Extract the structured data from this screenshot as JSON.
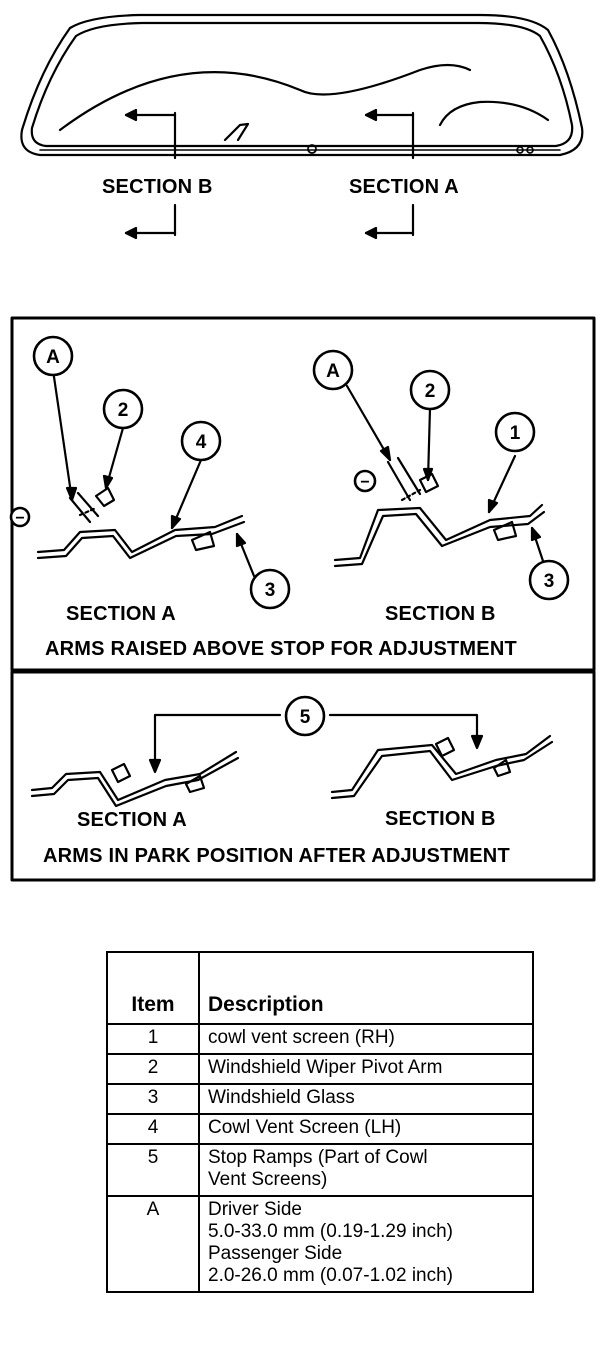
{
  "top_view": {
    "section_b": "SECTION B",
    "section_a": "SECTION A"
  },
  "panel_raised": {
    "section_a": "SECTION A",
    "section_b": "SECTION B",
    "caption": "ARMS RAISED ABOVE STOP FOR ADJUSTMENT",
    "callouts": {
      "a1": "A",
      "a2": "2",
      "a3": "4",
      "a4": "3",
      "b1": "A",
      "b2": "2",
      "b3": "1",
      "b4": "3"
    },
    "minus": "−"
  },
  "panel_park": {
    "section_a": "SECTION A",
    "section_b": "SECTION B",
    "caption": "ARMS IN PARK POSITION AFTER ADJUSTMENT",
    "callout": "5"
  },
  "legend": {
    "headers": {
      "item": "Item",
      "description": "Description"
    },
    "rows": [
      {
        "item": "1",
        "description": "cowl vent screen (RH)"
      },
      {
        "item": "2",
        "description": "Windshield Wiper Pivot Arm"
      },
      {
        "item": "3",
        "description": "Windshield Glass"
      },
      {
        "item": "4",
        "description": "Cowl Vent Screen (LH)"
      },
      {
        "item": "5",
        "description": "Stop Ramps (Part of Cowl\nVent Screens)"
      },
      {
        "item": "A",
        "description": "Driver Side\n5.0-33.0 mm (0.19-1.29 inch)\nPassenger Side\n2.0-26.0 mm (0.07-1.02 inch)"
      }
    ]
  }
}
